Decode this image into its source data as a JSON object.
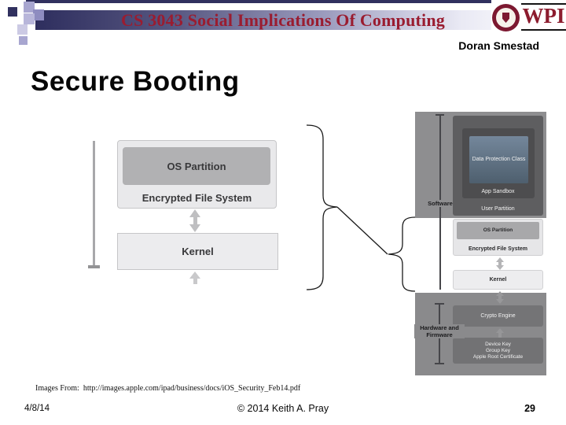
{
  "colors": {
    "brand_maroon": "#9a1c30",
    "header_navy": "#2e2e5e",
    "overlay_gray": "#8e8e90",
    "box_gray_light": "#e9e9eb",
    "box_gray_medium": "#b1b1b3",
    "data_protection_blue": "#5f7282"
  },
  "header": {
    "course_title": "CS 3043 Social Implications Of Computing",
    "logo_text": "WPI",
    "author": "Doran Smestad"
  },
  "slide": {
    "title": "Secure Booting"
  },
  "left_diagram": {
    "os_partition": "OS Partition",
    "encrypted_fs": "Encrypted File System",
    "kernel": "Kernel"
  },
  "right_diagram": {
    "software_label": "Software",
    "hardware_label_line1": "Hardware and",
    "hardware_label_line2": "Firmware",
    "data_protection": "Data Protection Class",
    "app_sandbox": "App Sandbox",
    "user_partition": "User Partition",
    "os_partition": "OS Partition",
    "encrypted_fs": "Encrypted File System",
    "kernel": "Kernel",
    "crypto_engine": "Crypto Engine",
    "device_key": "Device Key",
    "group_key": "Group Key",
    "apple_root_cert": "Apple Root Certificate"
  },
  "footer": {
    "source_note": "Images From:  http://images.apple.com/ipad/business/docs/iOS_Security_Feb14.pdf",
    "date": "4/8/14",
    "copyright": "© 2014 Keith A. Pray",
    "page_number": "29"
  }
}
